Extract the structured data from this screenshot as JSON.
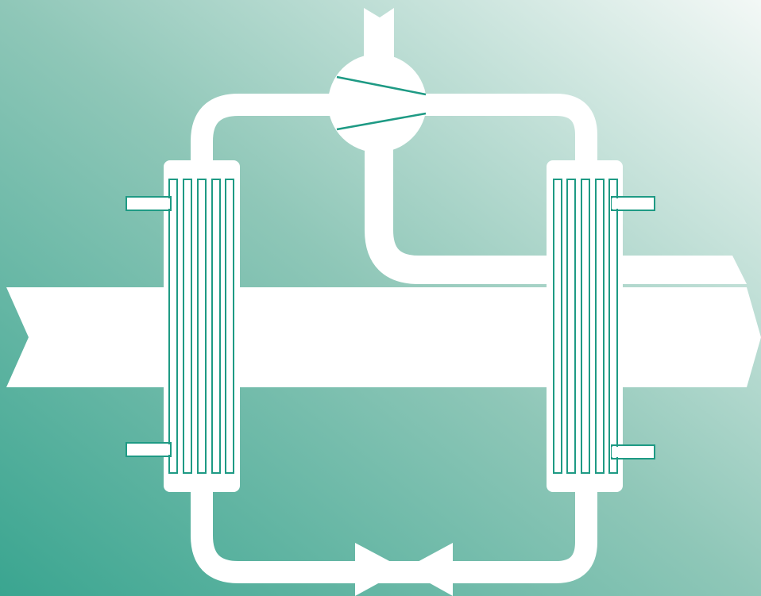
{
  "diagram": {
    "subject": "heat-pump-cycle",
    "components": [
      "compressor",
      "heat-exchanger-left",
      "heat-exchanger-right",
      "expansion-valve",
      "main-flow-arrow",
      "refrigerant-loop"
    ]
  },
  "colors": {
    "gradient_start": "#3aa590",
    "gradient_mid": "#8fc7b8",
    "gradient_end": "#f3f8f6",
    "foreground": "#ffffff",
    "accent": "#1e9a84"
  }
}
